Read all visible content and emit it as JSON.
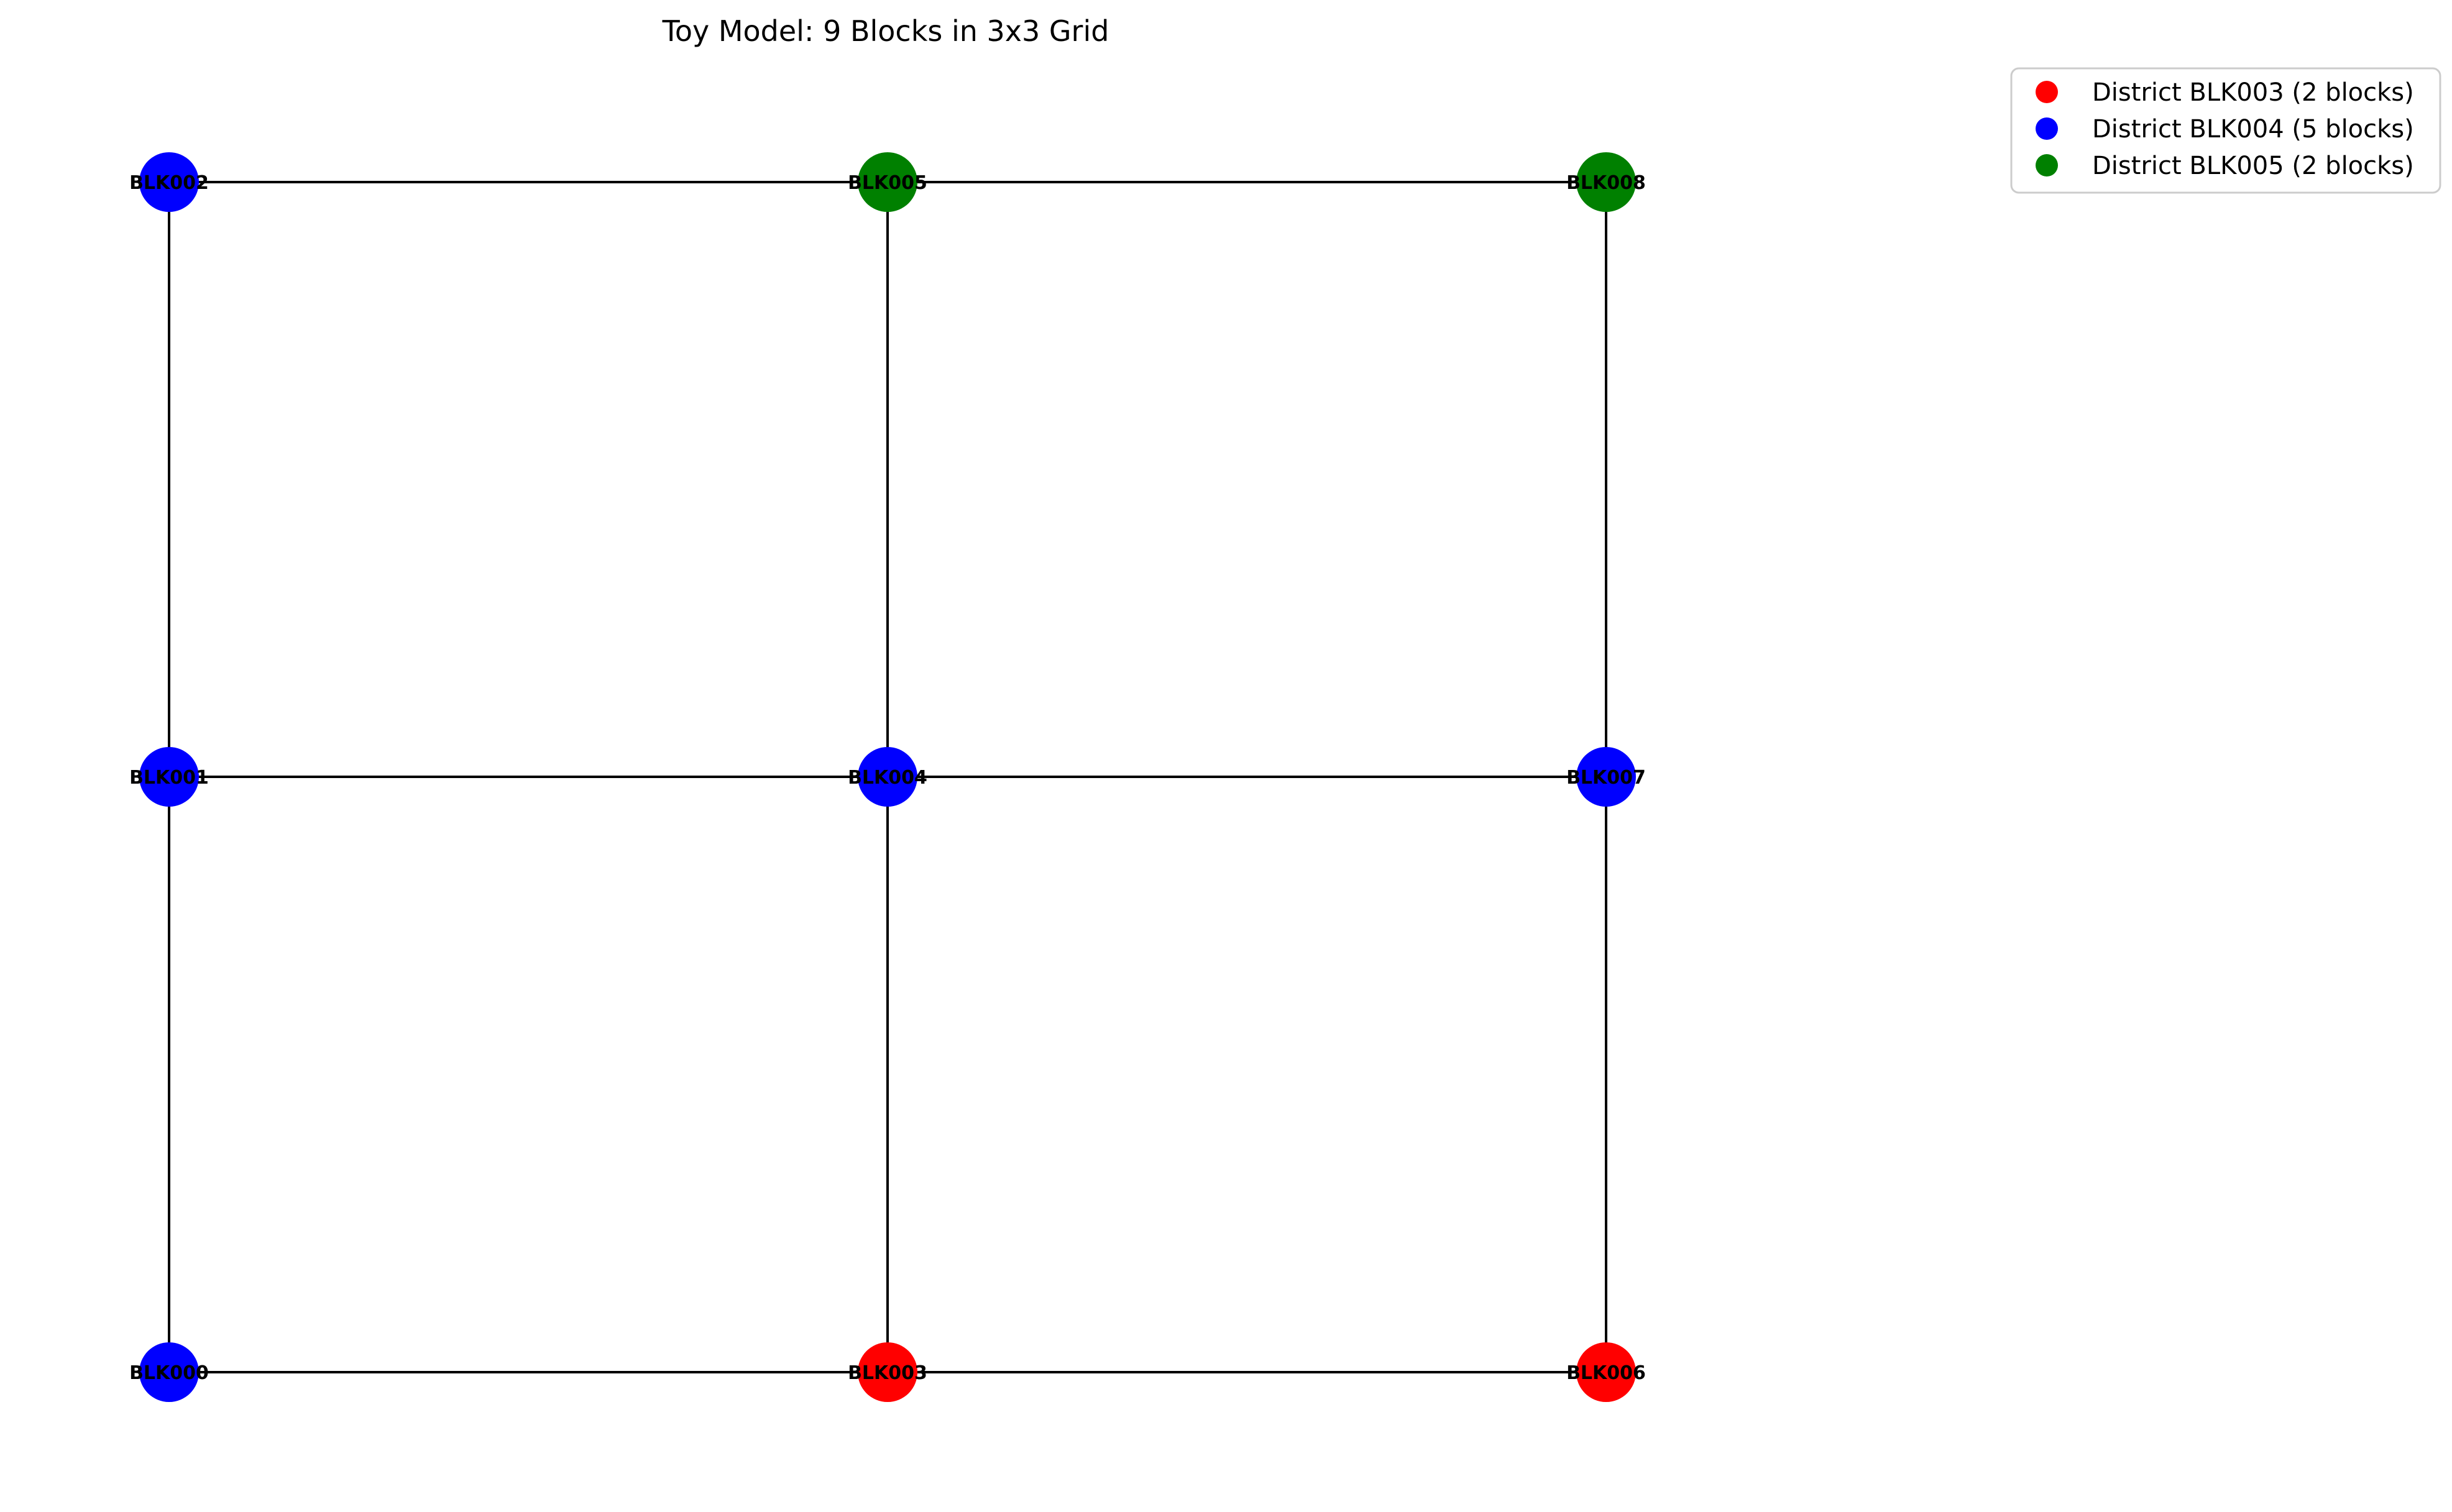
{
  "title": "Toy Model: 9 Blocks in 3x3 Grid",
  "nodes": [
    {
      "id": "BLK000",
      "row": 0,
      "col": 0,
      "district": "BLK004"
    },
    {
      "id": "BLK001",
      "row": 1,
      "col": 0,
      "district": "BLK004"
    },
    {
      "id": "BLK002",
      "row": 2,
      "col": 0,
      "district": "BLK004"
    },
    {
      "id": "BLK003",
      "row": 0,
      "col": 1,
      "district": "BLK003"
    },
    {
      "id": "BLK004",
      "row": 1,
      "col": 1,
      "district": "BLK004"
    },
    {
      "id": "BLK005",
      "row": 2,
      "col": 1,
      "district": "BLK005"
    },
    {
      "id": "BLK006",
      "row": 0,
      "col": 2,
      "district": "BLK003"
    },
    {
      "id": "BLK007",
      "row": 1,
      "col": 2,
      "district": "BLK004"
    },
    {
      "id": "BLK008",
      "row": 2,
      "col": 2,
      "district": "BLK005"
    }
  ],
  "edges": [
    [
      "BLK000",
      "BLK001"
    ],
    [
      "BLK001",
      "BLK002"
    ],
    [
      "BLK003",
      "BLK004"
    ],
    [
      "BLK004",
      "BLK005"
    ],
    [
      "BLK006",
      "BLK007"
    ],
    [
      "BLK007",
      "BLK008"
    ],
    [
      "BLK000",
      "BLK003"
    ],
    [
      "BLK003",
      "BLK006"
    ],
    [
      "BLK001",
      "BLK004"
    ],
    [
      "BLK004",
      "BLK007"
    ],
    [
      "BLK002",
      "BLK005"
    ],
    [
      "BLK005",
      "BLK008"
    ]
  ],
  "districts": [
    {
      "id": "BLK003",
      "label": "District BLK003 (2 blocks)",
      "color": "#ff0000"
    },
    {
      "id": "BLK004",
      "label": "District BLK004 (5 blocks)",
      "color": "#0000ff"
    },
    {
      "id": "BLK005",
      "label": "District BLK005 (2 blocks)",
      "color": "#008000"
    }
  ]
}
